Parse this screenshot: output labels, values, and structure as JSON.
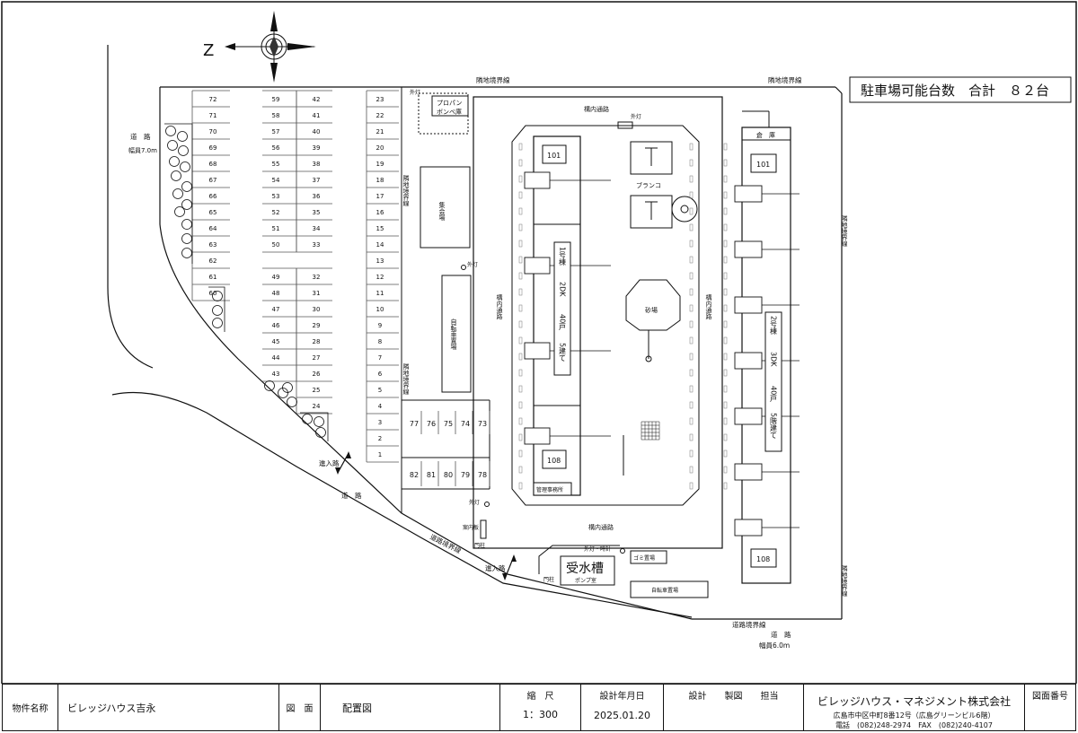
{
  "header": {
    "parking_total": "駐車場可能台数　合計　８２台",
    "compass_letter": "Z"
  },
  "boundaries": {
    "neighbor_top_left": "隣地境界線",
    "neighbor_top_right": "隣地境界線",
    "neighbor_right_upper": "隣地境界線",
    "neighbor_right_lower": "隣地境界線",
    "neighbor_mid_upper": "隣地境界線",
    "neighbor_mid_lower": "隣地境界線",
    "road_boundary_bottom": "道路境界線",
    "road_boundary_left": "道路境界線"
  },
  "roads": {
    "road_left_label": "道　路",
    "road_left_width": "幅員7.0m",
    "road_bottom_label": "道　路",
    "road_bottom_width": "幅員6.0m",
    "road_diag_label": "道　路",
    "entrance_1": "進入路",
    "entrance_2": "進入路"
  },
  "facilities": {
    "propane": "プロパン",
    "propane2": "ボンベ庫",
    "meeting_hall": "集会場",
    "bicycle_parking": "自転車置場",
    "bicycle_parking2": "自転車置場",
    "inner_road_top": "構内通路",
    "inner_road_bottom": "構内通路",
    "inner_road_left": "構内通路",
    "inner_road_right": "構内通路",
    "swing": "ブランコ",
    "sandbox": "砂場",
    "management_office": "管理事務所",
    "info_board": "案内板",
    "gate_post1": "門柱",
    "gate_post2": "門柱",
    "water_tank": "受水槽",
    "pump_room": "ポンプ室",
    "garbage": "ゴミ置場",
    "storage": "倉　庫",
    "light": "外灯",
    "light_clock": "外灯・時計"
  },
  "buildings": {
    "b1_label": "1号棟",
    "b1_type": "2DK",
    "b1_units": "40戸",
    "b1_floors": "5建て",
    "b1_top": "101",
    "b1_bottom": "108",
    "b2_label": "2号棟",
    "b2_type": "3DK",
    "b2_units": "40戸",
    "b2_floors": "5階建て",
    "b2_top": "101",
    "b2_bottom": "108"
  },
  "parking": {
    "col_a": [
      "72",
      "71",
      "70",
      "69",
      "68",
      "67",
      "66",
      "65",
      "64",
      "63",
      "62",
      "61",
      "60"
    ],
    "col_b": [
      "59",
      "58",
      "57",
      "56",
      "55",
      "54",
      "53",
      "52",
      "51",
      "50"
    ],
    "col_c": [
      "42",
      "41",
      "40",
      "39",
      "38",
      "37",
      "36",
      "35",
      "34",
      "33"
    ],
    "col_d": [
      "49",
      "48",
      "47",
      "46",
      "45",
      "44",
      "43"
    ],
    "col_e": [
      "32",
      "31",
      "30",
      "29",
      "28",
      "27",
      "26",
      "25",
      "24"
    ],
    "col_f": [
      "23",
      "22",
      "21",
      "20",
      "19",
      "18",
      "17",
      "16",
      "15",
      "14",
      "13",
      "12",
      "11",
      "10",
      "9",
      "8",
      "7",
      "6",
      "5",
      "4",
      "3",
      "2",
      "1"
    ],
    "row_top": [
      "77",
      "76",
      "75",
      "74",
      "73"
    ],
    "row_bottom": [
      "82",
      "81",
      "80",
      "79",
      "78"
    ]
  },
  "title_block": {
    "property_label": "物件名称",
    "property_value": "ビレッジハウス吉永",
    "drawing_label": "図　面",
    "drawing_value": "配置図",
    "scale_label": "縮　尺",
    "scale_value": "1：300",
    "date_label": "設計年月日",
    "date_value": "2025.01.20",
    "design_label": "設計　　製図　　担当",
    "company": "ビレッジハウス・マネジメント株式会社",
    "address": "広島市中区中町8番12号（広島グリーンビル6階）",
    "tel": "電話　(082)248-2974　FAX　(082)240-4107",
    "drawing_no_label": "図面番号"
  }
}
